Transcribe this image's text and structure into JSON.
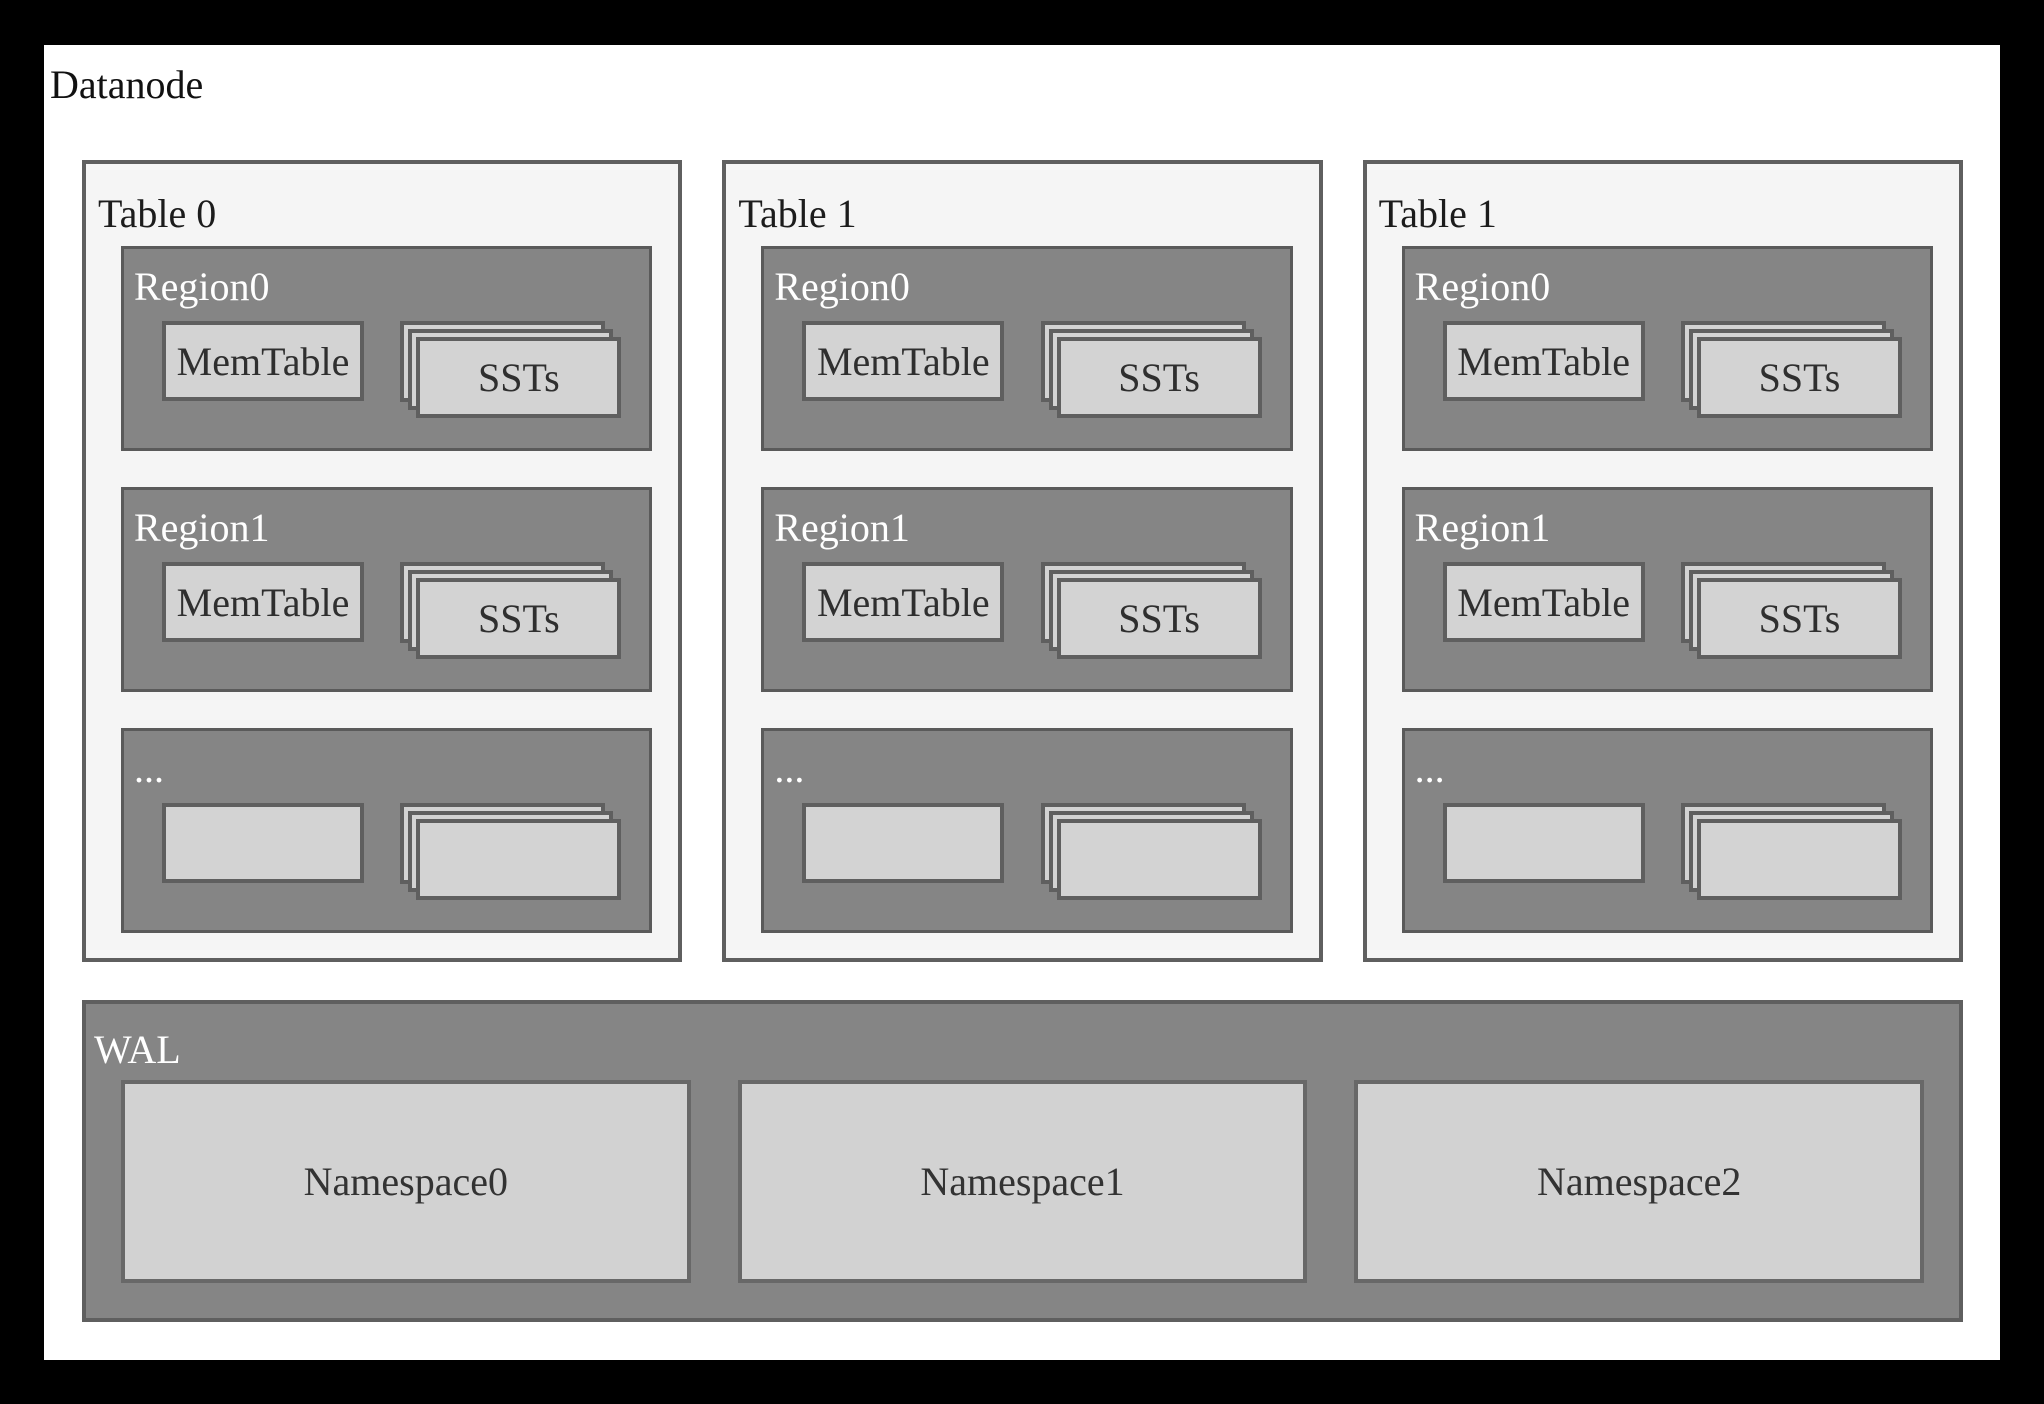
{
  "title": "Datanode",
  "colors": {
    "frame": "#000000",
    "page_bg": "#ffffff",
    "table_fill": "#f5f5f5",
    "table_border": "#5f5f5f",
    "region_fill": "#858585",
    "region_border": "#5a5a5a",
    "inner_box_fill": "#d3d3d3",
    "inner_box_border": "#5f5f5f",
    "label_dark": "#1c1c1c",
    "label_light": "#ffffff"
  },
  "tables": [
    {
      "label": "Table 0",
      "regions": [
        {
          "label": "Region0",
          "memtable_label": "MemTable",
          "ssts_label": "SSTs"
        },
        {
          "label": "Region1",
          "memtable_label": "MemTable",
          "ssts_label": "SSTs"
        },
        {
          "label": "...",
          "memtable_label": "",
          "ssts_label": ""
        }
      ]
    },
    {
      "label": "Table 1",
      "regions": [
        {
          "label": "Region0",
          "memtable_label": "MemTable",
          "ssts_label": "SSTs"
        },
        {
          "label": "Region1",
          "memtable_label": "MemTable",
          "ssts_label": "SSTs"
        },
        {
          "label": "...",
          "memtable_label": "",
          "ssts_label": ""
        }
      ]
    },
    {
      "label": "Table 1",
      "regions": [
        {
          "label": "Region0",
          "memtable_label": "MemTable",
          "ssts_label": "SSTs"
        },
        {
          "label": "Region1",
          "memtable_label": "MemTable",
          "ssts_label": "SSTs"
        },
        {
          "label": "...",
          "memtable_label": "",
          "ssts_label": ""
        }
      ]
    }
  ],
  "wal": {
    "label": "WAL",
    "namespaces": [
      "Namespace0",
      "Namespace1",
      "Namespace2"
    ]
  }
}
